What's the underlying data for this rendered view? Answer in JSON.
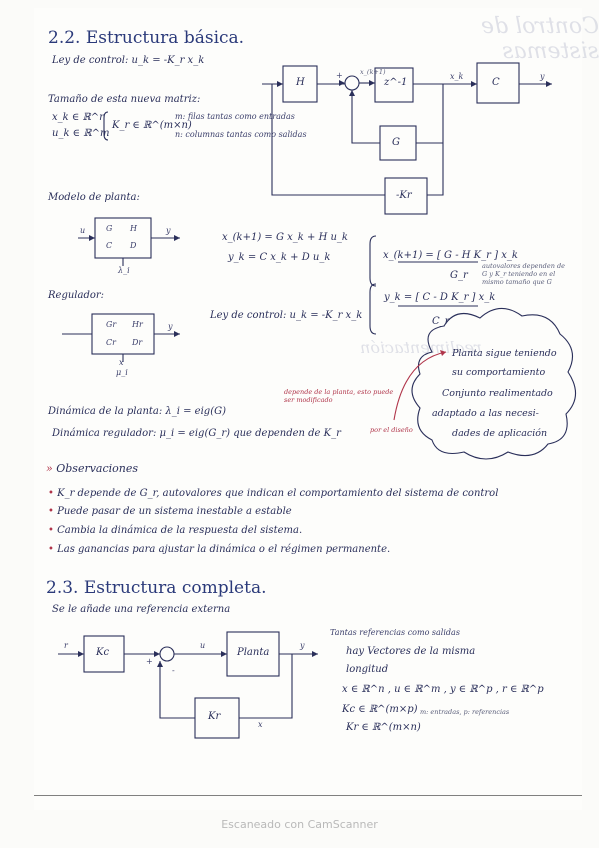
{
  "section1": {
    "title": "2.2. Estructura básica.",
    "ley_control": "Ley de control:  u_k = -K_r x_k",
    "tamano_label": "Tamaño de esta nueva matriz:",
    "xk_dim": "x_k ∈ ℝ^r",
    "uk_dim": "u_k ∈ ℝ^m",
    "kr_dim": "K_r ∈ ℝ^(m×n)",
    "note_filas": "m: filas tantas como entradas",
    "note_columnas": "n: columnas tantas como salidas",
    "modelo_planta": "Modelo de planta:",
    "regulador": "Regulador:",
    "eq_x": "x_(k+1) = G x_k + H u_k",
    "eq_y": "y_k = C x_k + D u_k",
    "ley_control_2": "Ley de control: u_k = -K_r x_k",
    "eq_closed_x": "x_(k+1) = [ G - H K_r ] x_k",
    "eq_closed_y": "y_k = [ C - D K_r ] x_k",
    "gr_label": "G_r",
    "cr_label": "C_r",
    "note_autovalores": "autovalores dependen de G y K_r teniendo en el mismo tamaño que G",
    "dinamica_planta": "Dinámica de la planta:  λ_i = eig(G)",
    "dinamica_regulador": "Dinámica regulador:  μ_i = eig(G_r)  que dependen de K_r",
    "note_planta": "depende de la planta, esto puede ser modificado",
    "note_diseno": "por el diseño",
    "plant_block": {
      "g": "G",
      "h": "H",
      "c": "C",
      "d": "D",
      "u": "u",
      "y": "y",
      "lambda": "λ_i"
    },
    "reg_block": {
      "gr": "Gr",
      "hr": "Hr",
      "cr": "Cr",
      "dr": "Dr",
      "y": "y",
      "x": "x",
      "mu": "μ_i"
    },
    "cloud": [
      "Planta sigue teniendo",
      "su comportamiento",
      "Conjunto realimentado",
      "adaptado a las necesi-",
      "dades de aplicación"
    ],
    "top_diagram": {
      "h": "H",
      "z": "z^-1",
      "c": "C",
      "g": "G",
      "kr": "-Kr",
      "xk1": "x_(k+1)",
      "xk": "x_k",
      "y": "y",
      "plus": "+"
    }
  },
  "observaciones": {
    "title": "Observaciones",
    "items": [
      "K_r depende de G_r, autovalores que indican el comportamiento del sistema de control",
      "Puede pasar de un sistema inestable a estable",
      "Cambia la dinámica de la respuesta del sistema.",
      "Las ganancias para ajustar la dinámica o el régimen permanente."
    ]
  },
  "section2": {
    "title": "2.3. Estructura completa.",
    "subtitle": "Se le añade una referencia externa",
    "diagram": {
      "kc": "Kc",
      "planta": "Planta",
      "kr": "Kr",
      "r": "r",
      "u": "u",
      "y": "y",
      "x": "x",
      "plus": "+",
      "minus": "-"
    },
    "notes": [
      "Tantas referencias como salidas",
      "hay Vectores de la misma",
      "longitud",
      "x ∈ ℝ^n ,  u ∈ ℝ^m , y ∈ ℝ^p , r ∈ ℝ^p",
      "Kc ∈ ℝ^(m×p)",
      "Kr ∈ ℝ^(m×n)"
    ],
    "kc_note": "m: entradas, p: referencias"
  },
  "footer": {
    "scanner": "Escaneado con CamScanner"
  },
  "colors": {
    "ink": "#2a2f5a",
    "title_ink": "#2b3a7a",
    "red_arrow": "#b0354a",
    "footer": "#b9b9b9"
  }
}
